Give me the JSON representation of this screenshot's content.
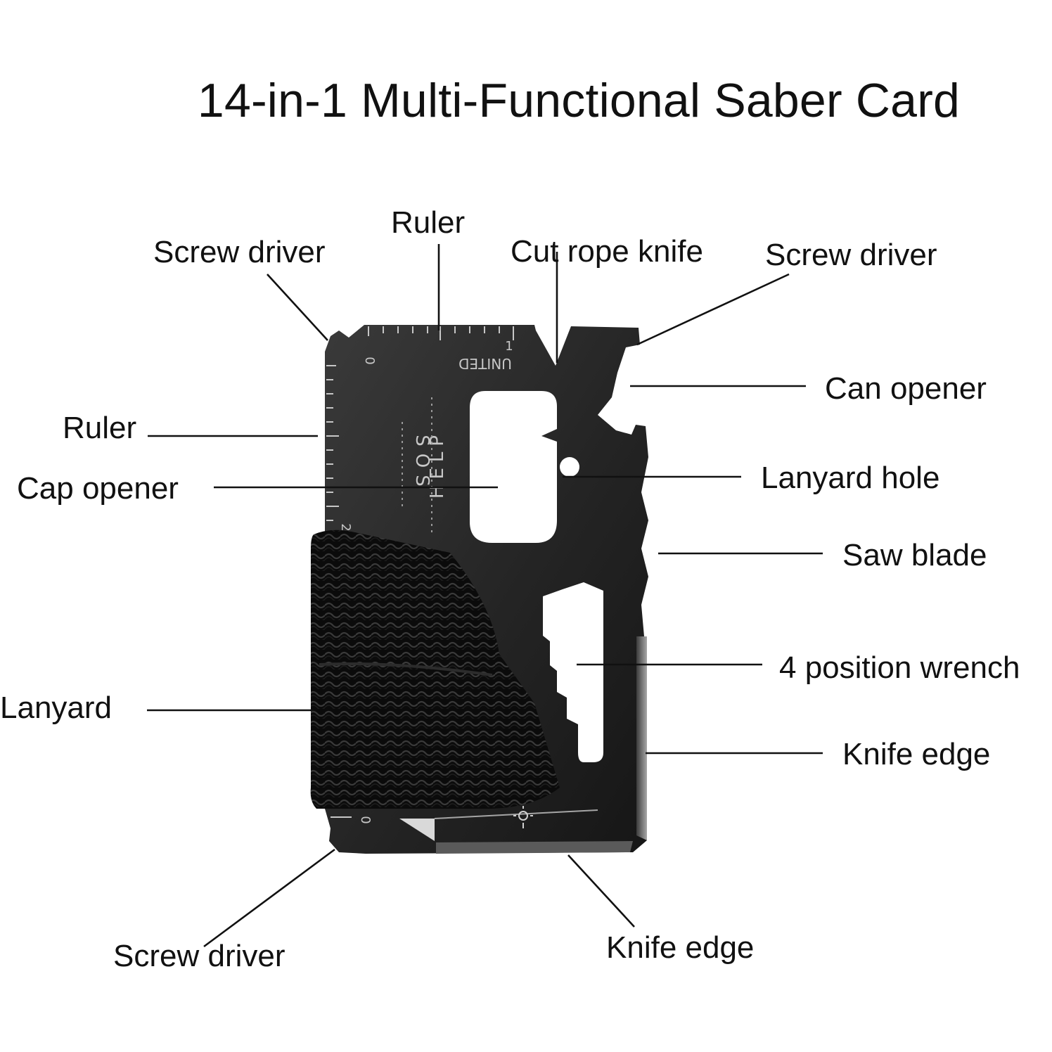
{
  "title": "14-in-1 Multi-Functional Saber Card",
  "callouts": {
    "ruler_top": "Ruler",
    "screw_driver_top_left": "Screw driver",
    "cut_rope_knife": "Cut rope knife",
    "screw_driver_top_right": "Screw driver",
    "can_opener": "Can opener",
    "ruler_left": "Ruler",
    "cap_opener": "Cap opener",
    "lanyard_hole": "Lanyard hole",
    "saw_blade": "Saw blade",
    "four_position_wrench": "4 position wrench",
    "lanyard": "Lanyard",
    "knife_edge_right": "Knife edge",
    "screw_driver_bottom": "Screw driver",
    "knife_edge_bottom": "Knife edge"
  },
  "card_engraving": {
    "brand": "UNITED",
    "sos": "SOS",
    "help": "HELP",
    "ruler_top_start": "0",
    "ruler_top_end": "1",
    "ruler_side_mark": "2",
    "ruler_bottom_start": "0"
  },
  "colors": {
    "card": "#2a2a2a",
    "cord": "#0d0d0d",
    "engraving": "#b8b8b8",
    "leader_line": "#111111"
  }
}
